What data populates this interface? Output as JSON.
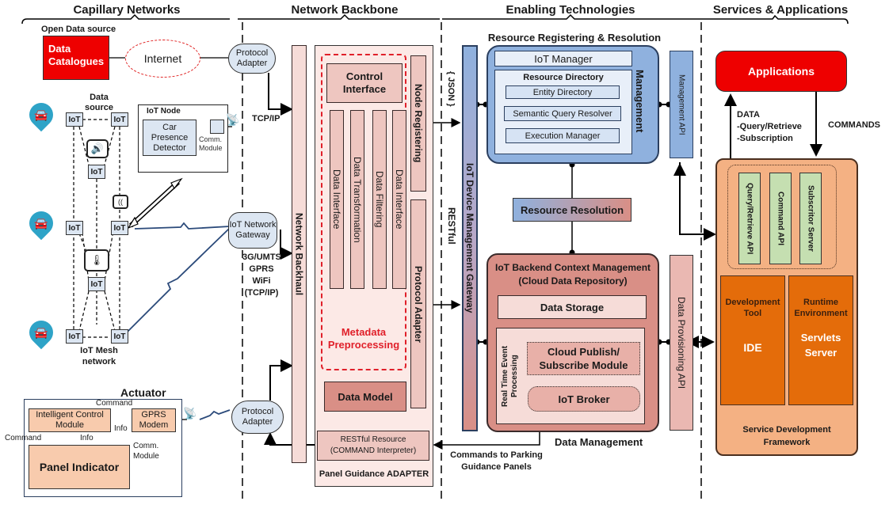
{
  "sections": {
    "capillary": "Capillary Networks",
    "backbone": "Network Backbone",
    "enabling": "Enabling Technologies",
    "services": "Services & Applications"
  },
  "capillary": {
    "open_data_label": "Open Data source",
    "data_catalogues": "Data Catalogues",
    "internet": "Internet",
    "data_source": "Data source",
    "iot_label": "IoT",
    "iot_node": "IoT Node",
    "car_presence_detector": "Car Presence Detector",
    "comm_module": "Comm. Module",
    "mesh_label": "IoT Mesh network",
    "actuator": "Actuator",
    "intelligent_control": "Intelligent Control Module",
    "gprs_modem": "GPRS Modem",
    "panel_indicator": "Panel Indicator",
    "command": "Command",
    "info": "Info",
    "comm_module2": "Comm. Module"
  },
  "backbone": {
    "protocol_adapter": "Protocol Adapter",
    "tcp_ip": "TCP/IP",
    "iot_network_gateway": "IoT Network Gateway",
    "gateway_protocols": [
      "3G/UMTS",
      "GPRS",
      "WiFi",
      "(TCP/IP)"
    ],
    "network_backhaul": "Network Backhaul",
    "control_interface": "Control Interface",
    "columns": [
      "Data Interface",
      "Data Transformation",
      "Data Filtering",
      "Data Interface"
    ],
    "metadata_preprocessing": "Metadata Preprocessing",
    "node_registering": "Node Registering",
    "protocol_adapter_v": "Protocol Adapter",
    "data_model": "Data Model",
    "restful_resource": "RESTful Resource",
    "command_interpreter": "(COMMAND Interpreter)",
    "panel_guidance_adapter": "Panel Guidance ADAPTER",
    "json": "{ JSON }",
    "restful": "RESTful"
  },
  "enabling": {
    "iot_device_mgmt_gateway": "IoT Device Management Gateway",
    "rrr_title": "Resource Registering & Resolution",
    "iot_manager": "IoT Manager",
    "resource_directory": "Resource Directory",
    "entity_directory": "Entity Directory",
    "semantic_query_resolver": "Semantic Query Resolver",
    "execution_manager": "Execution Manager",
    "management": "Management",
    "management_api": "Management API",
    "resource_resolution": "Resource Resolution",
    "backend_title_1": "IoT Backend Context Management",
    "backend_title_2": "(Cloud Data Repository)",
    "data_storage": "Data Storage",
    "real_time_event": "Real Time Event Processing",
    "cloud_pubsub": "Cloud Publish/ Subscribe Module",
    "iot_broker": "IoT Broker",
    "data_management": "Data Management",
    "data_provisioning_api": "Data Provisioning API",
    "commands_to_panels": "Commands to Parking Guidance Panels"
  },
  "services": {
    "applications": "Applications",
    "data_label": "DATA",
    "query_retrieve": "-Query/Retrieve",
    "subscription": "-Subscription",
    "commands": "COMMANDS",
    "apis": [
      "Query/Retrieve API",
      "Command API",
      "Subscritor Server"
    ],
    "development_tool": "Development Tool",
    "ide": "IDE",
    "runtime_environment": "Runtime Environment",
    "servlets_server": "Servlets Server",
    "sdf": "Service Development Framework"
  },
  "colors": {
    "red_accent": "#ee0000",
    "metadata_red": "#e0202a",
    "blue": "#8fb1de",
    "pink": "#d98f86",
    "orange": "#e46c0a",
    "green": "#c5dfb1"
  }
}
